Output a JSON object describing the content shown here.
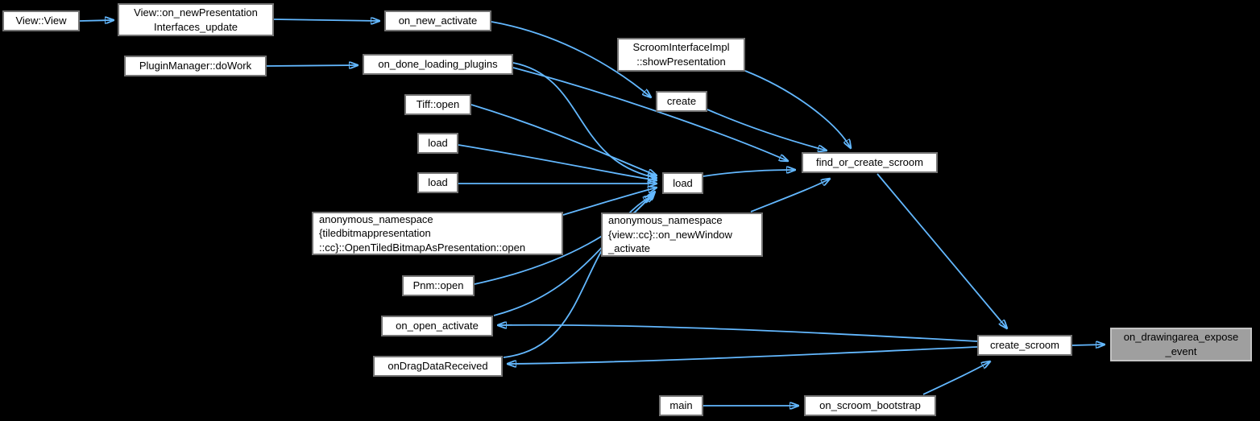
{
  "diagram": {
    "type": "call-graph",
    "colors": {
      "background": "#000000",
      "edge": "#63b8ff",
      "node_fill": "#ffffff",
      "node_border": "#737373",
      "node_text": "#000000",
      "highlight_fill": "#9f9f9f",
      "highlight_border": "#c3c3c3"
    },
    "nodes": {
      "view_view": {
        "label": "View::View"
      },
      "view_on_new_presentation_interfaces_update": {
        "label": "View::on_newPresentation\nInterfaces_update"
      },
      "plugin_manager_do_work": {
        "label": "PluginManager::doWork"
      },
      "on_new_activate": {
        "label": "on_new_activate"
      },
      "on_done_loading_plugins": {
        "label": "on_done_loading_plugins"
      },
      "tiff_open": {
        "label": "Tiff::open"
      },
      "load_top": {
        "label": "load"
      },
      "load_second": {
        "label": "load"
      },
      "anon_tiledbitmap_open": {
        "label": "anonymous_namespace\n{tiledbitmappresentation\n::cc}::OpenTiledBitmapAsPresentation::open"
      },
      "pnm_open": {
        "label": "Pnm::open"
      },
      "on_open_activate": {
        "label": "on_open_activate"
      },
      "on_drag_data_received": {
        "label": "onDragDataReceived"
      },
      "scroom_interface_impl_show_presentation": {
        "label": "ScroomInterfaceImpl\n::showPresentation"
      },
      "create": {
        "label": "create"
      },
      "load_mid": {
        "label": "load"
      },
      "anon_view_on_new_window_activate": {
        "label": "anonymous_namespace\n{view::cc}::on_newWindow\n_activate"
      },
      "find_or_create_scroom": {
        "label": "find_or_create_scroom"
      },
      "create_scroom": {
        "label": "create_scroom"
      },
      "on_drawingarea_expose_event": {
        "label": "on_drawingarea_expose\n_event"
      },
      "main": {
        "label": "main"
      },
      "on_scroom_bootstrap": {
        "label": "on_scroom_bootstrap"
      }
    },
    "edges": [
      {
        "from": "view_view",
        "to": "view_on_new_presentation_interfaces_update"
      },
      {
        "from": "view_on_new_presentation_interfaces_update",
        "to": "on_new_activate"
      },
      {
        "from": "plugin_manager_do_work",
        "to": "on_done_loading_plugins"
      },
      {
        "from": "on_new_activate",
        "to": "create"
      },
      {
        "from": "scroom_interface_impl_show_presentation",
        "to": "find_or_create_scroom"
      },
      {
        "from": "create",
        "to": "find_or_create_scroom"
      },
      {
        "from": "on_done_loading_plugins",
        "to": "load_mid"
      },
      {
        "from": "on_done_loading_plugins",
        "to": "find_or_create_scroom"
      },
      {
        "from": "tiff_open",
        "to": "load_mid"
      },
      {
        "from": "load_top",
        "to": "load_mid"
      },
      {
        "from": "load_second",
        "to": "load_mid"
      },
      {
        "from": "anon_tiledbitmap_open",
        "to": "load_mid"
      },
      {
        "from": "pnm_open",
        "to": "load_mid"
      },
      {
        "from": "on_open_activate",
        "to": "load_mid"
      },
      {
        "from": "on_drag_data_received",
        "to": "load_mid"
      },
      {
        "from": "load_mid",
        "to": "find_or_create_scroom"
      },
      {
        "from": "anon_view_on_new_window_activate",
        "to": "find_or_create_scroom"
      },
      {
        "from": "find_or_create_scroom",
        "to": "create_scroom"
      },
      {
        "from": "create_scroom",
        "to": "on_drawingarea_expose_event"
      },
      {
        "from": "create_scroom",
        "to": "on_open_activate"
      },
      {
        "from": "create_scroom",
        "to": "on_drag_data_received"
      },
      {
        "from": "main",
        "to": "on_scroom_bootstrap"
      },
      {
        "from": "on_scroom_bootstrap",
        "to": "create_scroom"
      }
    ]
  }
}
